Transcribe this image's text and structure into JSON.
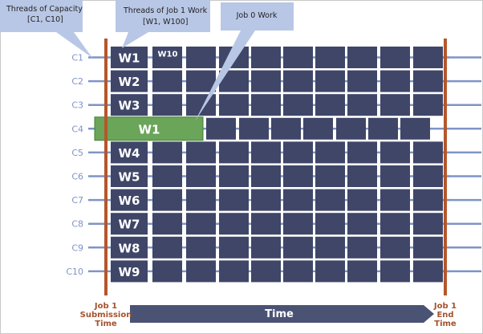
{
  "colors": {
    "block": "#3f4668",
    "job0_block": "#6aa55a",
    "job0_border": "#3f7f33",
    "callout_fill": "#b9c7e6",
    "thread_line": "#7f93c6",
    "boundary": "#b4572c",
    "time_arrow": "#4b5375"
  },
  "callouts": {
    "capacity": [
      "Threads of Capacity",
      "[C1, C10]"
    ],
    "job1_work": [
      "Threads of Job 1 Work",
      "[W1, W100]"
    ],
    "job0_work": "Job 0 Work"
  },
  "rows": [
    {
      "capacity": "C1",
      "first_block": "W1",
      "second_block": "W10"
    },
    {
      "capacity": "C2",
      "first_block": "W2"
    },
    {
      "capacity": "C3",
      "first_block": "W3"
    },
    {
      "capacity": "C4",
      "first_block": "W1",
      "job0": true
    },
    {
      "capacity": "C5",
      "first_block": "W4"
    },
    {
      "capacity": "C6",
      "first_block": "W5"
    },
    {
      "capacity": "C7",
      "first_block": "W6"
    },
    {
      "capacity": "C8",
      "first_block": "W7"
    },
    {
      "capacity": "C9",
      "first_block": "W8"
    },
    {
      "capacity": "C10",
      "first_block": "W9"
    }
  ],
  "axis": {
    "start_label": [
      "Job 1",
      "Submission",
      "Time"
    ],
    "end_label": [
      "Job 1",
      "End",
      "Time"
    ],
    "time_label": "Time"
  }
}
